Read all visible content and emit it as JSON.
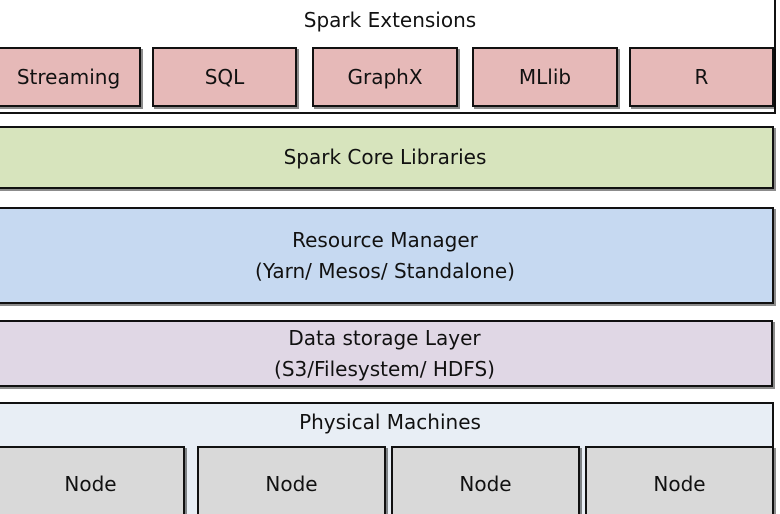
{
  "spark_extensions": {
    "title": "Spark Extensions",
    "items": [
      "Streaming",
      "SQL",
      "GraphX",
      "MLlib",
      "R"
    ]
  },
  "core_libraries": {
    "label": "Spark Core Libraries"
  },
  "resource_manager": {
    "line1": "Resource Manager",
    "line2": "(Yarn/ Mesos/ Standalone)"
  },
  "data_storage": {
    "line1": "Data storage Layer",
    "line2": "(S3/Filesystem/ HDFS)"
  },
  "physical_machines": {
    "title": "Physical Machines",
    "nodes": [
      "Node",
      "Node",
      "Node",
      "Node"
    ]
  },
  "colors": {
    "extensions_fill": "#e6b9b8",
    "core_fill": "#d7e4bd",
    "resource_manager_fill": "#c6d9f1",
    "data_storage_fill": "#e0d7e5",
    "physical_frame_fill": "#e8eef5",
    "node_fill": "#d9d9d9",
    "border": "#111111"
  }
}
